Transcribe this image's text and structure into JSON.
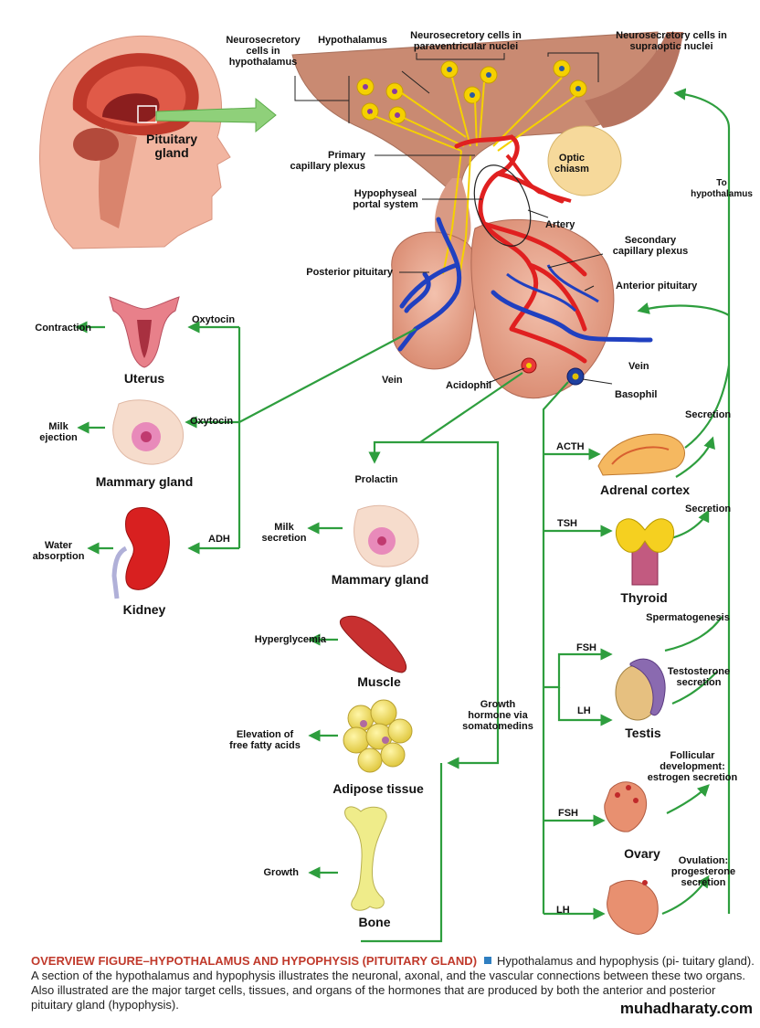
{
  "labels": {
    "neuro_hypo": "Neurosecretory\ncells in\nhypothalamus",
    "hypothalamus": "Hypothalamus",
    "neuro_para": "Neurosecretory cells in\nparaventricular nuclei",
    "neuro_supra": "Neurosecretory cells in\nsupraoptic nuclei",
    "pituitary_gland": "Pituitary\ngland",
    "primary_plexus": "Primary\ncapillary plexus",
    "optic_chiasm": "Optic\nchiasm",
    "to_hypothalamus": "To\nhypothalamus",
    "portal_system": "Hypophyseal\nportal system",
    "artery": "Artery",
    "secondary_plexus": "Secondary\ncapillary plexus",
    "posterior_pituitary": "Posterior pituitary",
    "anterior_pituitary": "Anterior pituitary",
    "contraction": "Contraction",
    "oxytocin_1": "Oxytocin",
    "uterus": "Uterus",
    "vein_left": "Vein",
    "vein_right": "Vein",
    "acidophil": "Acidophil",
    "basophil": "Basophil",
    "milk_ejection": "Milk\nejection",
    "oxytocin_2": "Oxytocin",
    "mammary_gland_1": "Mammary gland",
    "secretion_1": "Secretion",
    "acth": "ACTH",
    "adrenal_cortex": "Adrenal cortex",
    "prolactin": "Prolactin",
    "water_absorption": "Water\nabsorption",
    "adh": "ADH",
    "kidney": "Kidney",
    "milk_secretion": "Milk\nsecretion",
    "mammary_gland_2": "Mammary gland",
    "tsh": "TSH",
    "secretion_2": "Secretion",
    "thyroid": "Thyroid",
    "spermatogenesis": "Spermatogenesis",
    "fsh_1": "FSH",
    "hyperglycemia": "Hyperglycemia",
    "muscle": "Muscle",
    "testosterone": "Testosterone\nsecretion",
    "lh_1": "LH",
    "testis": "Testis",
    "growth_hormone": "Growth\nhormone via\nsomatomedins",
    "elevation_ffa": "Elevation of\nfree fatty acids",
    "adipose": "Adipose tissue",
    "follicular": "Follicular\ndevelopment:\nestrogen secretion",
    "fsh_2": "FSH",
    "ovary": "Ovary",
    "growth": "Growth",
    "ovulation": "Ovulation:\nprogesterone\nsecretion",
    "bone": "Bone",
    "lh_2": "LH"
  },
  "caption": {
    "heading": "OVERVIEW FIGURE–HYPOTHALAMUS AND HYPOPHYSIS (PITUITARY GLAND)",
    "body_start": "Hypothalamus and hypophysis (pi-",
    "body": "tuitary gland). A section of the hypothalamus and hypophysis illustrates the neuronal, axonal, and the vascular connections between these two organs. Also illustrated are the major target cells, tissues, and organs of the hormones that are produced by both the anterior and posterior pituitary gland (hypophysis)."
  },
  "watermark": "muhadharaty.com",
  "colors": {
    "arrow_green": "#2e9e3e",
    "artery_red": "#e02020",
    "vein_blue": "#2040c0",
    "tissue_pink": "#e6a08a",
    "caption_red": "#c0392b"
  }
}
